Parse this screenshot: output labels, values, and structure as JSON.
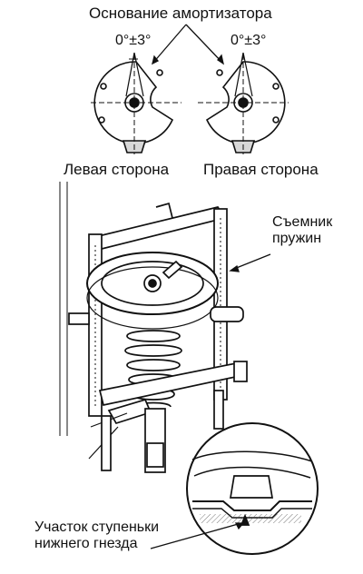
{
  "diagram": {
    "title": "Основание амортизатора",
    "angle_left": "0°±3°",
    "angle_right": "0°±3°",
    "side_left": "Левая сторона",
    "side_right": "Правая сторона",
    "tool_label_line1": "Съемник",
    "tool_label_line2": "пружин",
    "seat_label_line1": "Участок ступеньки",
    "seat_label_line2": "нижнего гнезда",
    "colors": {
      "ink": "#111111",
      "paper": "#ffffff",
      "shade": "#d8d8d8"
    }
  }
}
